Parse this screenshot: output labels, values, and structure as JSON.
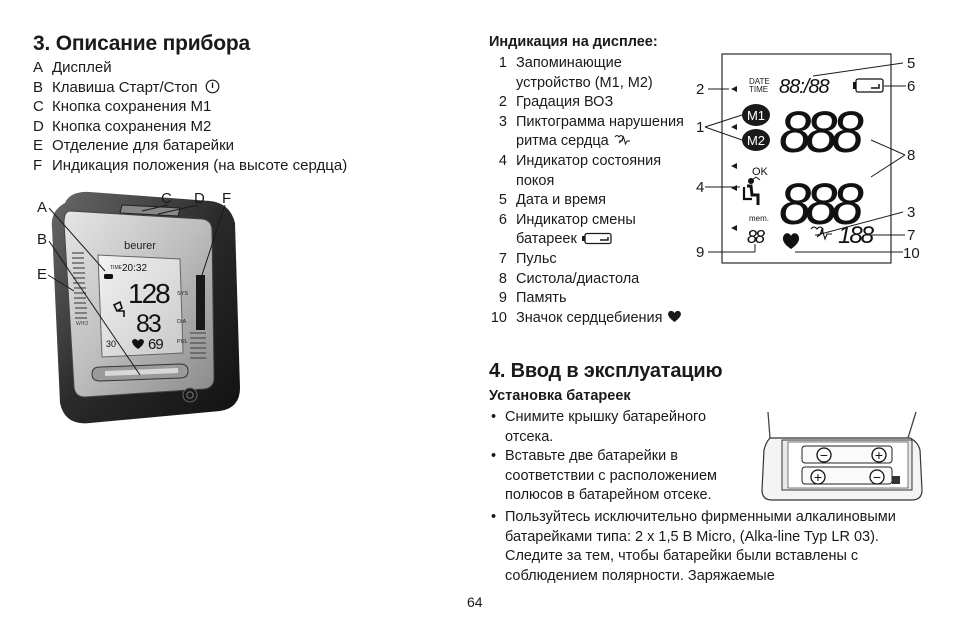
{
  "left": {
    "heading": "3. Описание прибора",
    "items": [
      {
        "key": "A",
        "text": "Дисплей"
      },
      {
        "key": "B",
        "text": "Клавиша Старт/Стоп"
      },
      {
        "key": "C",
        "text": "Кнопка сохранения M1"
      },
      {
        "key": "D",
        "text": "Кнопка сохранения M2"
      },
      {
        "key": "E",
        "text": "Отделение для батарейки"
      },
      {
        "key": "F",
        "text": "Индикация положения (на высоте сердца)"
      }
    ],
    "device": {
      "callouts": {
        "a": "A",
        "b": "B",
        "c": "C",
        "d": "D",
        "e": "E",
        "f": "F"
      },
      "brand": "beurer",
      "time_label": "TIME",
      "time": "20:32",
      "sys_label": "SYS",
      "sys_value": "128",
      "dia_label": "DIA",
      "dia_value": "83",
      "pul_label": "PUL",
      "pul_value": "69",
      "mem_value": "30",
      "who_label": "WHO"
    }
  },
  "right": {
    "display_heading": "Индикация на дисплее:",
    "legend": [
      {
        "n": "1",
        "text": "Запоминающие устройство (M1, M2)"
      },
      {
        "n": "2",
        "text": "Градация ВОЗ"
      },
      {
        "n": "3",
        "text": "Пиктограмма нарушения ритма сердца"
      },
      {
        "n": "4",
        "text": "Индикатор состояния покоя"
      },
      {
        "n": "5",
        "text": "Дата и время"
      },
      {
        "n": "6",
        "text": "Индикатор смены батареек"
      },
      {
        "n": "7",
        "text": "Пульс"
      },
      {
        "n": "8",
        "text": "Систола/диастола"
      },
      {
        "n": "9",
        "text": "Память"
      },
      {
        "n": "10",
        "text": "Значок сердцебиения"
      }
    ],
    "lcd": {
      "date_label": "DATE",
      "time_label": "TIME",
      "clock": "88:/88",
      "m1": "M1",
      "m2": "M2",
      "sys": "888",
      "dia": "888",
      "ok": "OK",
      "mem_label": "mem.",
      "mem_value": "88",
      "pulse": "188",
      "callouts": {
        "c1": "1",
        "c2": "2",
        "c3": "3",
        "c4": "4",
        "c5": "5",
        "c6": "6",
        "c7": "7",
        "c8": "8",
        "c9": "9",
        "c10": "10"
      }
    },
    "section4_heading": "4. Ввод в эксплуатацию",
    "battery_heading": "Установка батареек",
    "bullets": [
      "Снимите крышку батарейного отсека.",
      "Вставьте две батарейки в соответствии с расположением полюсов в батарейном отсеке.",
      "Пользуйтесь исключительно фирменными алкалиновыми батарейками типа: 2 x 1,5 В Micro, (Alka-line Typ LR 03). Следите за тем, чтобы батарейки были вставлены с соблюдением полярности. Заряжаемые"
    ],
    "battery_signs": {
      "plus": "+",
      "minus": "−"
    }
  },
  "page_number": "64"
}
